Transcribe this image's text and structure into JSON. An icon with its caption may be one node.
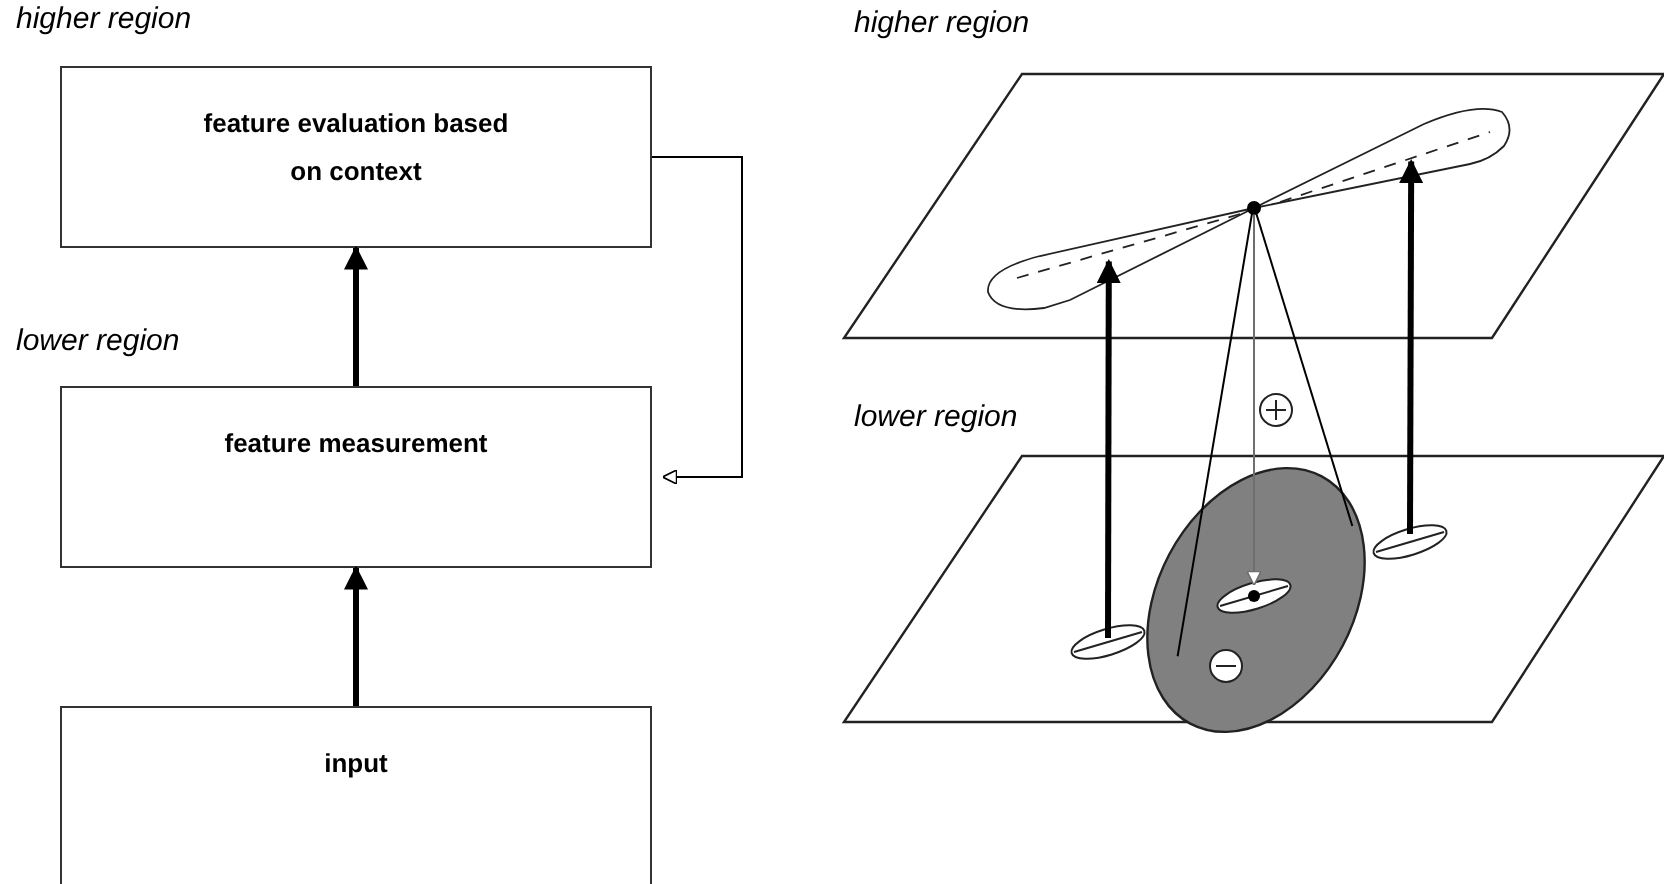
{
  "diagram": {
    "nodes": [
      {
        "text": [
          "feature evaluation based on context"
        ]
      },
      {
        "text": [
          "feature measurement"
        ]
      },
      {
        "text": [
          "input"
        ]
      },
      {
        "text": [
          "higher region"
        ]
      },
      {
        "text": [],
        "shape": "lobe",
        "in": 3
      },
      {
        "text": [],
        "shape": "lobe",
        "in": 3
      },
      {
        "text": [],
        "shape": "dot",
        "in": 3
      },
      {
        "text": [
          "lower region"
        ]
      },
      {
        "text": [],
        "shape": "ellipse",
        "in": 7
      },
      {
        "text": [],
        "shape": "ellipse",
        "in": 7
      },
      {
        "text": [],
        "shape": "ellipse",
        "in": 9
      },
      {
        "text": [],
        "shape": "ellipse",
        "in": 7
      }
    ],
    "edges": [
      {
        "from": 2,
        "to": 1,
        "arrow": "to",
        "style": "thick"
      },
      {
        "from": 1,
        "to": 0,
        "arrow": "to",
        "style": "thick"
      },
      {
        "from": 0,
        "to": 1,
        "arrow": "to"
      },
      {
        "from": 8,
        "to": 4,
        "arrow": "to",
        "style": "thick"
      },
      {
        "from": 11,
        "to": 5,
        "arrow": "to",
        "style": "thick"
      },
      {
        "from": 6,
        "to": 10,
        "arrow": "to",
        "color": "#6e6e6e"
      },
      {
        "from": 6,
        "to": 9,
        "arrow": "none"
      },
      {
        "from": 6,
        "to": 9,
        "arrow": "none"
      }
    ],
    "labels": [
      "higher region",
      "lower region"
    ]
  }
}
